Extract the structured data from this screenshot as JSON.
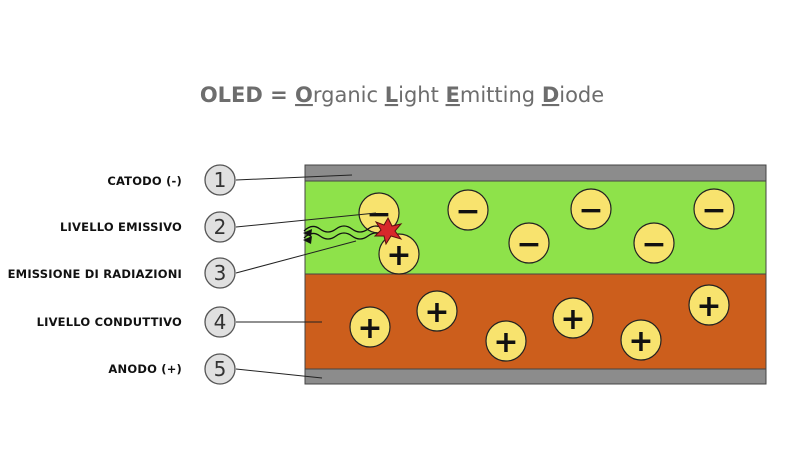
{
  "title": {
    "prefix": "OLED = ",
    "words": [
      {
        "initial": "O",
        "rest": "rganic "
      },
      {
        "initial": "L",
        "rest": "ight "
      },
      {
        "initial": "E",
        "rest": "mitting "
      },
      {
        "initial": "D",
        "rest": "iode"
      }
    ]
  },
  "labels": [
    {
      "number": "1",
      "text": "CATODO (-)"
    },
    {
      "number": "2",
      "text": "LIVELLO EMISSIVO"
    },
    {
      "number": "3",
      "text": "EMISSIONE DI RADIAZIONI"
    },
    {
      "number": "4",
      "text": "LIVELLO CONDUTTIVO"
    },
    {
      "number": "5",
      "text": "ANODO (+)"
    }
  ],
  "symbols": {
    "negative": "−",
    "positive": "+"
  },
  "colors": {
    "electrode": "#8c8c8c",
    "emissive_layer": "#8ee24a",
    "conductive_layer": "#cc5e1c",
    "charge_fill": "#f8e36e",
    "circle_fill": "#e0e0e0",
    "spark": "#d7282b",
    "title": "#6d6d6d"
  },
  "icons": {
    "charges": "charge-circle",
    "emission": "star-burst-icon",
    "radiation": "wavy-arrow-icon"
  }
}
